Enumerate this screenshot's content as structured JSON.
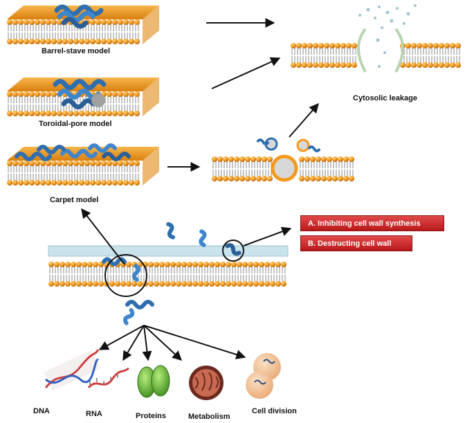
{
  "diagram": {
    "models": {
      "barrel_stave": "Barrel-stave model",
      "toroidal_pore": "Toroidal-pore model",
      "carpet": "Carpet model"
    },
    "outcome": "Cytosolic leakage",
    "cell_wall_actions": {
      "a": "A. Inhibiting cell wall synthesis",
      "b": "B. Destructing cell wall"
    },
    "intracellular_targets": {
      "dna": "DNA",
      "rna": "RNA",
      "proteins": "Proteins",
      "metabolism": "Metabolism",
      "cell_division": "Cell division"
    },
    "colors": {
      "lipid_head": "#f29a1f",
      "lipid_tail": "#8a8a8a",
      "peptide": "#2f6fb0",
      "cell_wall": "#c9e3ea",
      "red_box": "#c62828",
      "protein": "#5cb030",
      "mitochondrion": "#b0574a",
      "cell": "#f3c8a0"
    }
  }
}
